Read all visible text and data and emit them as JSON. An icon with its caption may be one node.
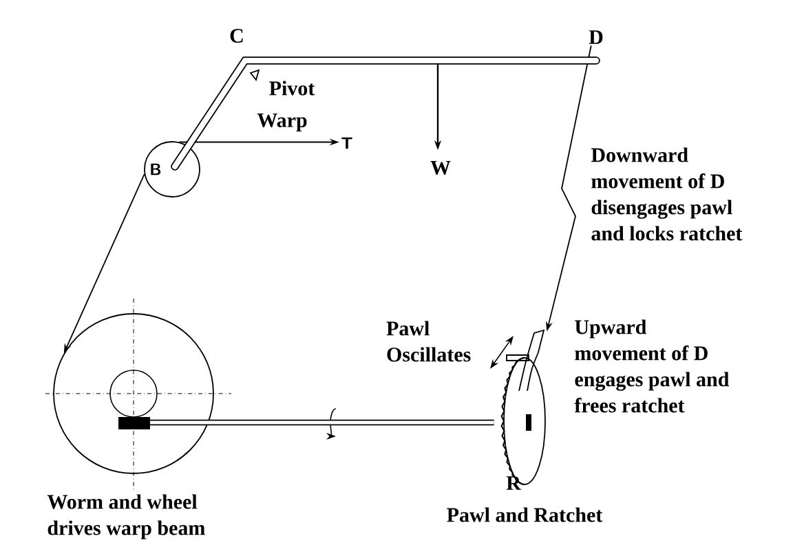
{
  "diagram": {
    "nodes": [
      {
        "text": [
          "B"
        ]
      },
      {
        "text": [
          "T"
        ]
      },
      {
        "text": [
          "D"
        ]
      },
      {
        "text": [],
        "shape": "circle"
      },
      {
        "text": [],
        "shape": "picture"
      }
    ],
    "edges": [
      {
        "from": 0,
        "to": 3,
        "arrow": "to"
      },
      {
        "from": 0,
        "to": 1,
        "arrow": "to",
        "label": "Warp"
      },
      {
        "from": 2,
        "to": 4,
        "arrow": "to"
      },
      {
        "from": 3,
        "to": 4,
        "arrow": "none",
        "style": "thick"
      },
      {
        "from": 0,
        "to": 2,
        "arrow": "none",
        "style": "thick"
      }
    ],
    "labels": [
      "C",
      "Pivot",
      "W",
      "Downward movement of D disengages pawl and locks ratchet",
      "Pawl Oscillates",
      "Upward movement of D engages pawl and frees ratchet",
      "R",
      "Worm and wheel drives warp beam",
      "Pawl and Ratchet"
    ]
  }
}
